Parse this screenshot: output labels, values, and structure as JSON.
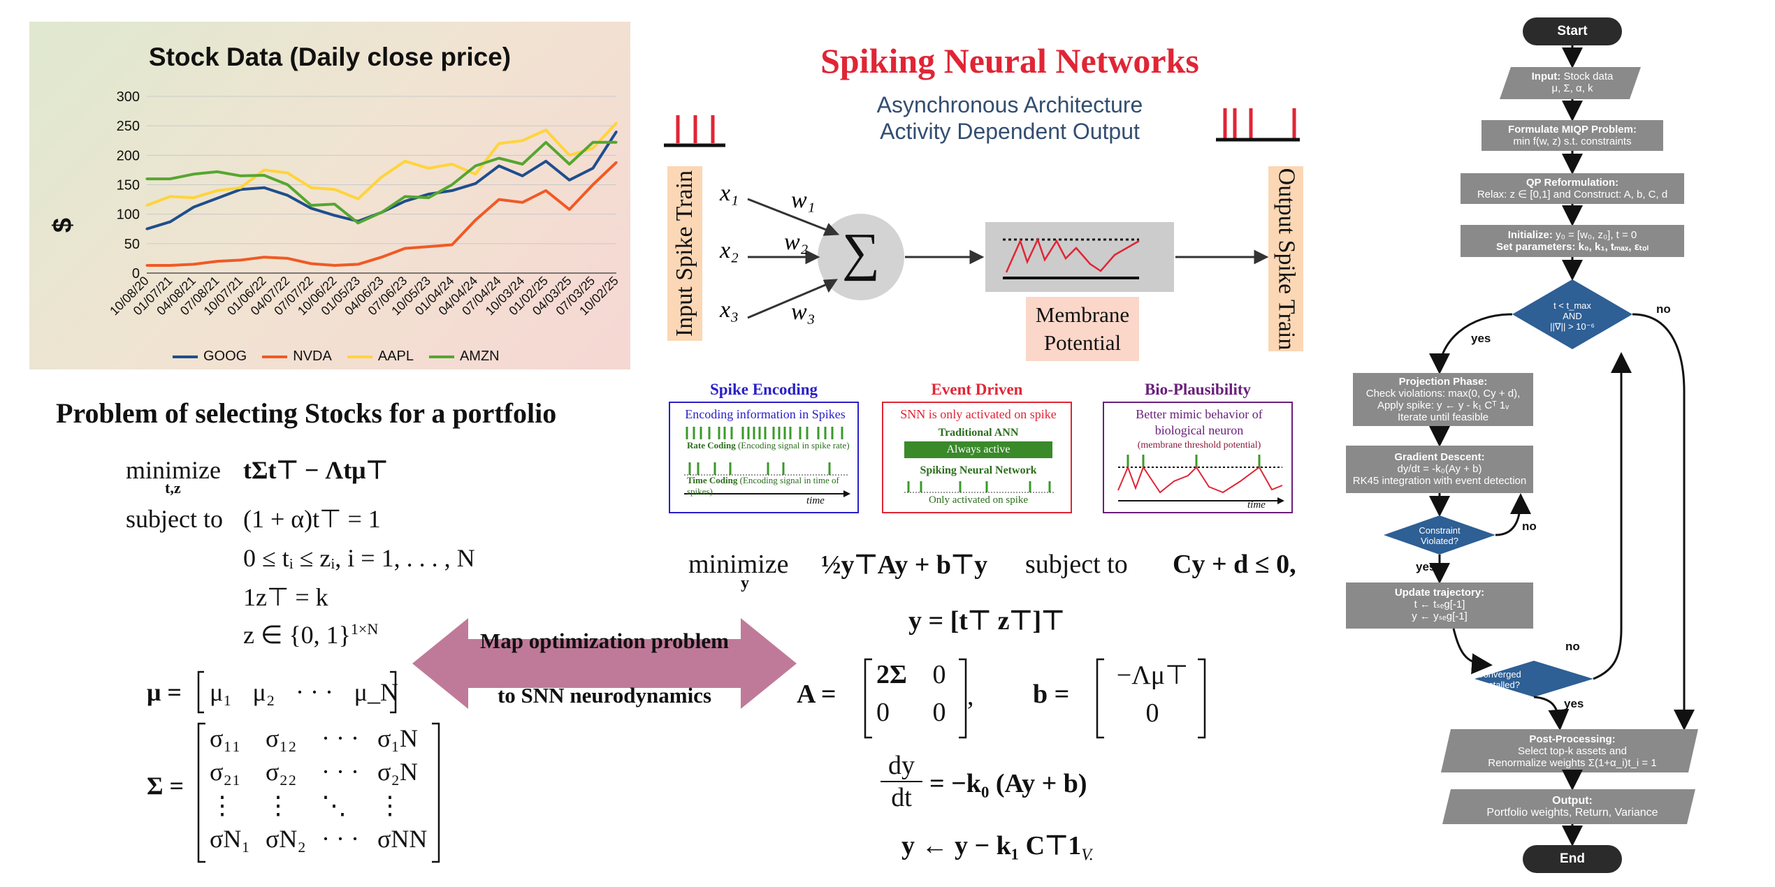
{
  "chart": {
    "title": "Stock Data (Daily close price)",
    "ylabel": "$",
    "colors": {
      "GOOG": "#1f4e8c",
      "NVDA": "#f05a24",
      "AAPL": "#ffd43b",
      "AMZN": "#55a630"
    },
    "legend": [
      "GOOG",
      "NVDA",
      "AAPL",
      "AMZN"
    ]
  },
  "chart_data": {
    "type": "line",
    "title": "Stock Data (Daily close price)",
    "xlabel": "",
    "ylabel": "$",
    "ylim": [
      0,
      300
    ],
    "yticks": [
      0,
      50,
      100,
      150,
      200,
      250,
      300
    ],
    "categories": [
      "10/08/20",
      "01/07/21",
      "04/08/21",
      "07/08/21",
      "10/07/21",
      "01/06/22",
      "04/07/22",
      "07/07/22",
      "10/06/22",
      "01/05/23",
      "04/06/23",
      "07/06/23",
      "10/05/23",
      "01/04/24",
      "04/04/24",
      "07/04/24",
      "10/03/24",
      "01/02/25",
      "04/03/25",
      "07/03/25",
      "10/02/25"
    ],
    "series": [
      {
        "name": "GOOG",
        "values": [
          75,
          87,
          112,
          127,
          142,
          145,
          132,
          110,
          98,
          88,
          103,
          122,
          134,
          140,
          152,
          182,
          165,
          190,
          158,
          178,
          240
        ]
      },
      {
        "name": "NVDA",
        "values": [
          13,
          13,
          15,
          20,
          22,
          27,
          25,
          16,
          13,
          15,
          27,
          42,
          45,
          48,
          90,
          125,
          120,
          140,
          108,
          150,
          188
        ]
      },
      {
        "name": "AAPL",
        "values": [
          115,
          130,
          128,
          140,
          145,
          175,
          170,
          145,
          142,
          126,
          163,
          190,
          178,
          185,
          168,
          220,
          225,
          243,
          200,
          212,
          255
        ]
      },
      {
        "name": "AMZN",
        "values": [
          160,
          160,
          168,
          172,
          165,
          166,
          150,
          115,
          117,
          85,
          103,
          130,
          128,
          150,
          182,
          195,
          185,
          222,
          185,
          222,
          222
        ]
      }
    ]
  },
  "problem": {
    "title": "Problem of selecting Stocks for a portfolio",
    "minimize_word": "minimize",
    "minimize_sub": "t,z",
    "objective": "tΣt⊤ − Λtμ⊤",
    "subject_to": "subject to",
    "c1": "(1 + α)t⊤ = 1",
    "c2": "0 ≤ tᵢ ≤ zᵢ,   i = 1, . . . , N",
    "c3": "1z⊤ = k",
    "c4": "z ∈ {0, 1}",
    "c4_sup": "1×N",
    "mu_lhs": "μ =",
    "mu_entries": [
      "μ₁",
      "μ₂",
      "· · ·",
      "μ_N"
    ],
    "sigma_lhs": "Σ =",
    "sigma_rows": [
      [
        "σ₁₁",
        "σ₁₂",
        "· · ·",
        "σ₁N"
      ],
      [
        "σ₂₁",
        "σ₂₂",
        "· · ·",
        "σ₂N"
      ],
      [
        "⋮",
        "⋮",
        "⋱",
        "⋮"
      ],
      [
        "σN₁",
        "σN₂",
        "· · ·",
        "σNN"
      ]
    ]
  },
  "map": {
    "line1": "Map optimization problem",
    "line2": "to SNN neurodynamics",
    "color": "#c07a99"
  },
  "snn": {
    "title": "Spiking Neural Networks",
    "sub1": "Asynchronous Architecture",
    "sub2": "Activity Dependent Output",
    "input_label": "Input Spike Train",
    "output_label": "Output Spike Train",
    "membrane": [
      "Membrane",
      "Potential"
    ],
    "sum_symbol": "∑",
    "inputs": [
      "x₁",
      "x₂",
      "x₃"
    ],
    "weights": [
      "w₁",
      "w₂",
      "w₃"
    ],
    "spike_color": "#e02535"
  },
  "cats": {
    "encoding": {
      "title": "Spike Encoding",
      "color": "#2a1fc7",
      "head": "Encoding information in Spikes",
      "rate": "Rate Coding",
      "rate_note": "(Encoding signal in spike rate)",
      "time": "Time Coding",
      "time_note": "(Encoding signal in time of spikes)",
      "axis": "time"
    },
    "event": {
      "title": "Event Driven",
      "color": "#e02535",
      "head": "SNN is only activated on spike",
      "ann": "Traditional ANN",
      "always": "Always active",
      "snn": "Spiking Neural Network",
      "only": "Only activated on spike"
    },
    "bio": {
      "title": "Bio-Plausibility",
      "color": "#6a1f7a",
      "head1": "Better mimic behavior of",
      "head2": "biological neuron",
      "note": "(membrane threshold potential)",
      "axis": "time"
    }
  },
  "qp": {
    "minimize": "minimize",
    "minimize_sub": "y",
    "objective": "½y⊤Ay + b⊤y",
    "subject_to": "subject to",
    "constraint": "Cy + d ≤ 0,",
    "y_def": "y = [t⊤   z⊤]⊤",
    "A_lhs": "A =",
    "A_rows": [
      [
        "2Σ",
        "0"
      ],
      [
        "0",
        "0"
      ]
    ],
    "b_lhs": "b =",
    "b_rows": [
      "−Λμ⊤",
      "0"
    ],
    "ode_num": "dy",
    "ode_den": "dt",
    "ode_rhs": "= −k₀ (Ay + b)",
    "update": "y ← y − k₁ C⊤1",
    "update_sub": "V."
  },
  "flow": {
    "start": "Start",
    "end": "End",
    "input_bold": "Input:",
    "input_rest": "Stock data",
    "input_line2": "μ, Σ, α, k",
    "formulate_bold": "Formulate MIQP Problem:",
    "formulate_line2": "min f(w, z) s.t. constraints",
    "qp_bold": "QP Reformulation:",
    "qp_line2": "Relax: z ∈ [0,1]  and Construct: A, b, C, d",
    "init_bold": "Initialize:",
    "init_rest": "y₀ = [w₀, z₀], t = 0",
    "init_line2": "Set parameters: k₀, k₁, tₘₐₓ, εₜₒₗ",
    "d1_line1": "t < t_max",
    "d1_line2": "AND",
    "d1_line3": "||∇|| > 10⁻⁶",
    "yes": "yes",
    "no": "no",
    "proj_bold": "Projection Phase:",
    "proj_l2": "Check violations: max(0, Cy + d),",
    "proj_l3": "Apply spike: y ← y - k₁ Cᵀ 1ᵥ",
    "proj_l4": "Iterate until feasible",
    "grad_bold": "Gradient Descent:",
    "grad_l2": "dy/dt = -k₀(Ay + b)",
    "grad_l3": "RK45 integration with event detection",
    "d2_line1": "Constraint",
    "d2_line2": "Violated?",
    "upd_bold": "Update trajectory:",
    "upd_l2": "t ← tₛₑg[-1]",
    "upd_l3": "y ← yₛₑg[-1]",
    "d3_line1": "Converged",
    "d3_line2": "or stalled?",
    "post_bold": "Post-Processing:",
    "post_l2": "Select top-k assets and",
    "post_l3": "Renormalize weights Σ(1+α_i)t_i = 1",
    "out_bold": "Output:",
    "out_l2": "Portfolio weights, Return, Variance",
    "colors": {
      "terminal": "#2b2b2b",
      "process": "#8a8a8a",
      "decision": "#2e5f95"
    }
  }
}
